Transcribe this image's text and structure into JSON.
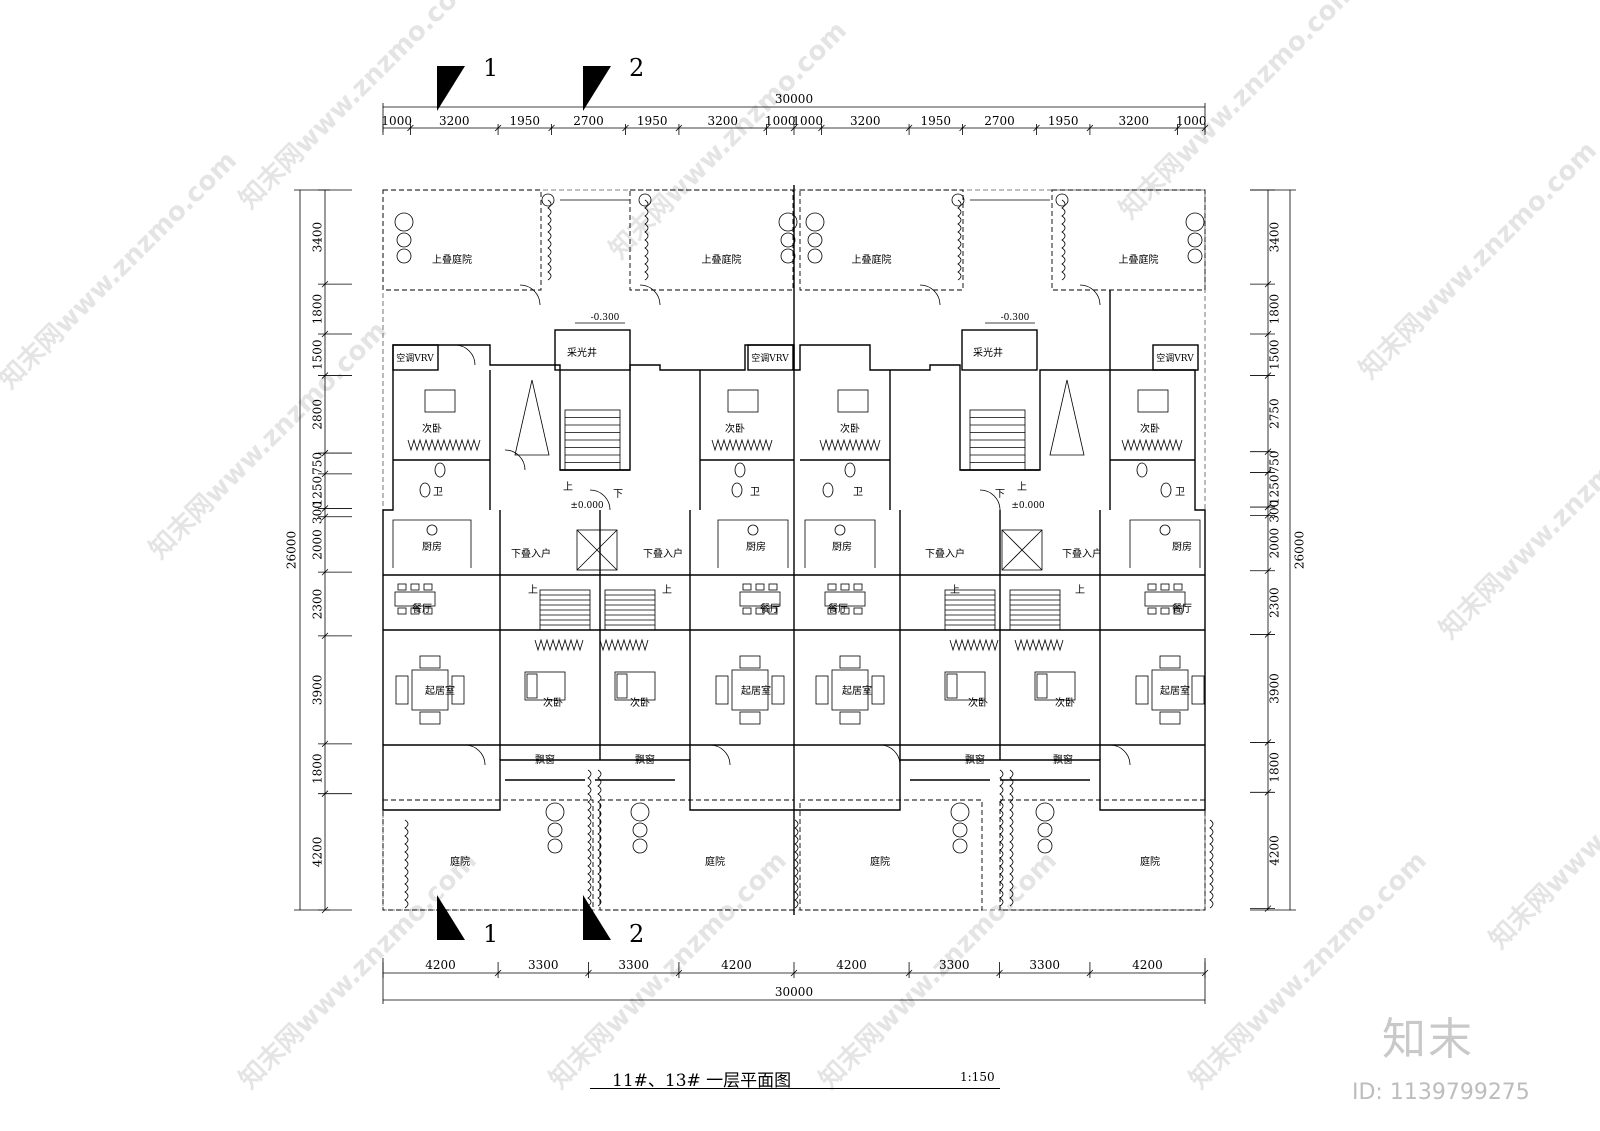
{
  "drawing": {
    "title": "11#、13#  一层平面图",
    "scale": "1:150"
  },
  "brand": {
    "logo_text": "知末",
    "id_text": "ID: 1139799275",
    "watermark_text": "知末网www.znzmo.com"
  },
  "section_marks": {
    "mark1": "1",
    "mark2": "2"
  },
  "dimensions": {
    "total_width": "30000",
    "total_depth": "26000",
    "top_segments": [
      "1000",
      "3200",
      "1950",
      "2700",
      "1950",
      "3200",
      "1000",
      "1000",
      "3200",
      "1950",
      "2700",
      "1950",
      "3200",
      "1000"
    ],
    "bottom_segments": [
      "4200",
      "3300",
      "3300",
      "4200",
      "4200",
      "3300",
      "3300",
      "4200"
    ],
    "left_segments": [
      "3400",
      "1800",
      "1500",
      "2800",
      "750",
      "1250",
      "300",
      "2000",
      "2300",
      "3900",
      "1800",
      "4200"
    ],
    "right_segments": [
      "3400",
      "1800",
      "1500",
      "2750",
      "750",
      "1250",
      "300",
      "2000",
      "2300",
      "3900",
      "1800",
      "4200"
    ]
  },
  "elevations": {
    "lightwell": "-0.300",
    "ground": "±0.000"
  },
  "rooms": {
    "upper_courtyard": "上叠庭院",
    "courtyard": "庭院",
    "ac": "空调VRV",
    "lightwell": "采光井",
    "second_bedroom": "次卧",
    "bath": "卫",
    "kitchen": "厨房",
    "entry": "下叠入户",
    "dining": "餐厅",
    "living": "起居室",
    "bay_window": "飘窗",
    "up": "上",
    "down": "下"
  }
}
